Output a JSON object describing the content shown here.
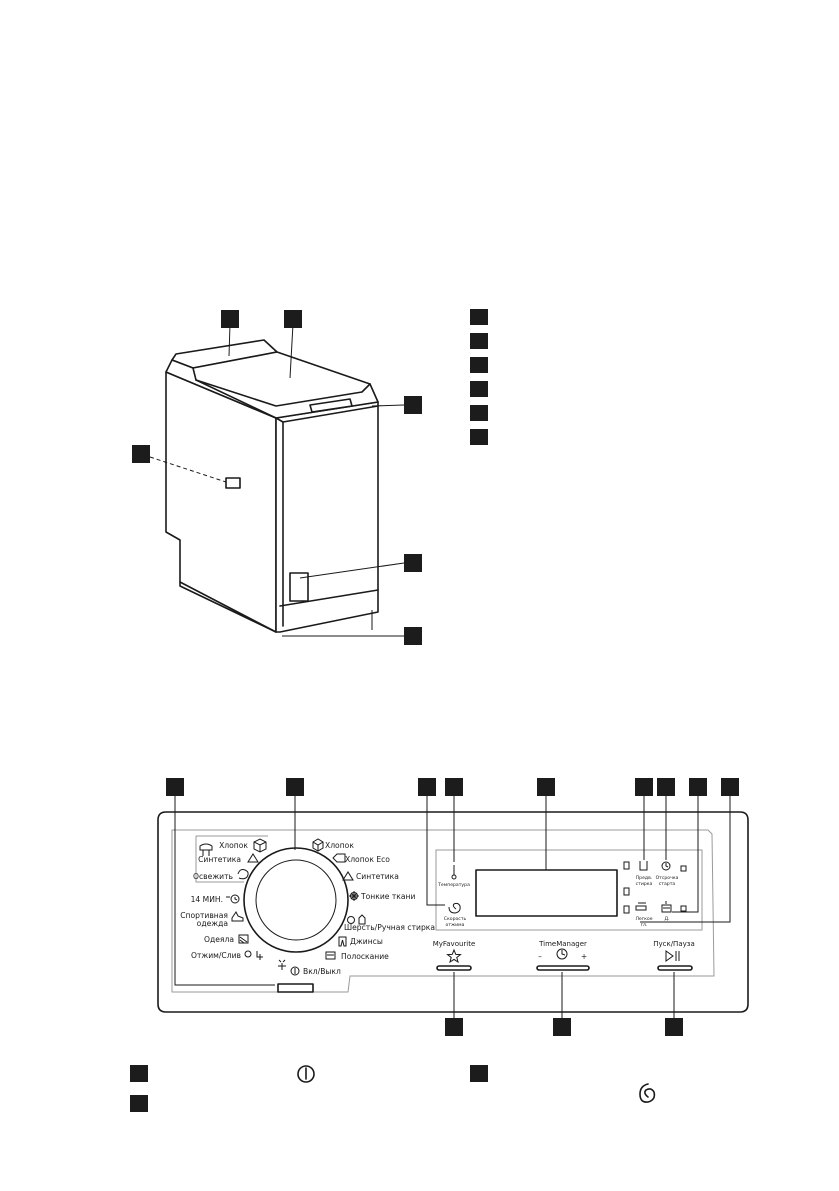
{
  "panel": {
    "programs_left": [
      {
        "label": "Хлопок",
        "icon": "cotton-icon"
      },
      {
        "label": "Синтетика",
        "icon": "synthetics-icon"
      },
      {
        "label": "Освежить",
        "icon": "refresh-icon"
      },
      {
        "label": "14 МИН.",
        "icon": "quick-icon"
      },
      {
        "label": "Спортивная",
        "label2": "одежда",
        "icon": "sportswear-icon"
      },
      {
        "label": "Одеяла",
        "icon": "duvet-icon"
      },
      {
        "label": "Отжим/Слив",
        "icon": "spin-drain-icon"
      }
    ],
    "programs_right": [
      {
        "label": "Хлопок",
        "icon": "cotton-icon"
      },
      {
        "label": "Хлопок Eco",
        "icon": "cotton-eco-icon"
      },
      {
        "label": "Синтетика",
        "icon": "synthetics-icon"
      },
      {
        "label": "Тонкие ткани",
        "icon": "delicates-icon"
      },
      {
        "label": "Шерсть/Ручная стирка",
        "icon": "wool-icon"
      },
      {
        "label": "Джинсы",
        "icon": "jeans-icon"
      },
      {
        "label": "Полоскание",
        "icon": "rinse-icon"
      }
    ],
    "power_label": "Вкл/Выкл",
    "temperature_label": "Температура",
    "spin_label": "Скорость",
    "spin_label2": "отжима",
    "prewash_label": "Предв.",
    "prewash_label2": "стирка",
    "delay_label": "Отсрочка",
    "delay_label2": "старта",
    "easy_iron_label": "Легкое",
    "easy_iron_label2": "гл.",
    "extra_rinse_label": "Д.",
    "myfavourite_label": "MyFavourite",
    "timemanager_label": "TimeManager",
    "timemanager_minus": "–",
    "timemanager_plus": "+",
    "start_pause_label": "Пуск/Пауза"
  },
  "legend_icons": {
    "power": "power-icon",
    "spin": "spin-icon"
  }
}
